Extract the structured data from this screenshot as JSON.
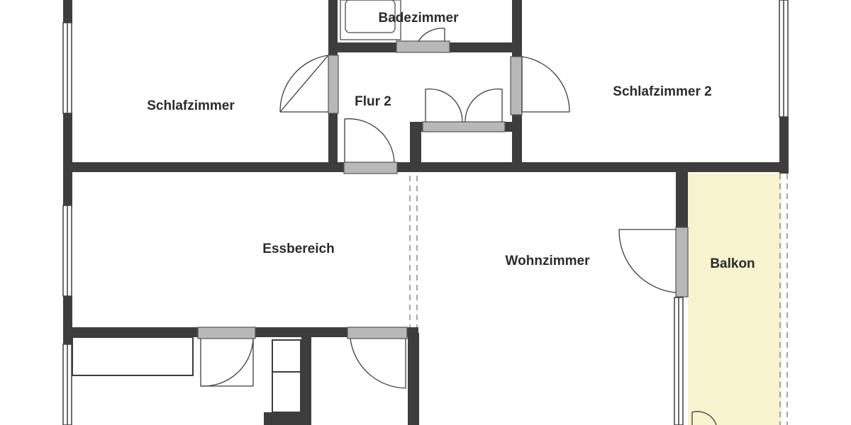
{
  "rooms": {
    "badezimmer": "Badezimmer",
    "schlafzimmer": "Schlafzimmer",
    "flur2": "Flur 2",
    "schlafzimmer2": "Schlafzimmer 2",
    "essbereich": "Essbereich",
    "wohnzimmer": "Wohnzimmer",
    "balkon": "Balkon"
  },
  "colors": {
    "wall": "#3d3d3d",
    "door_leaf": "#b8b8b8",
    "balcony_fill": "#f7f3cf",
    "background": "#ffffff"
  }
}
